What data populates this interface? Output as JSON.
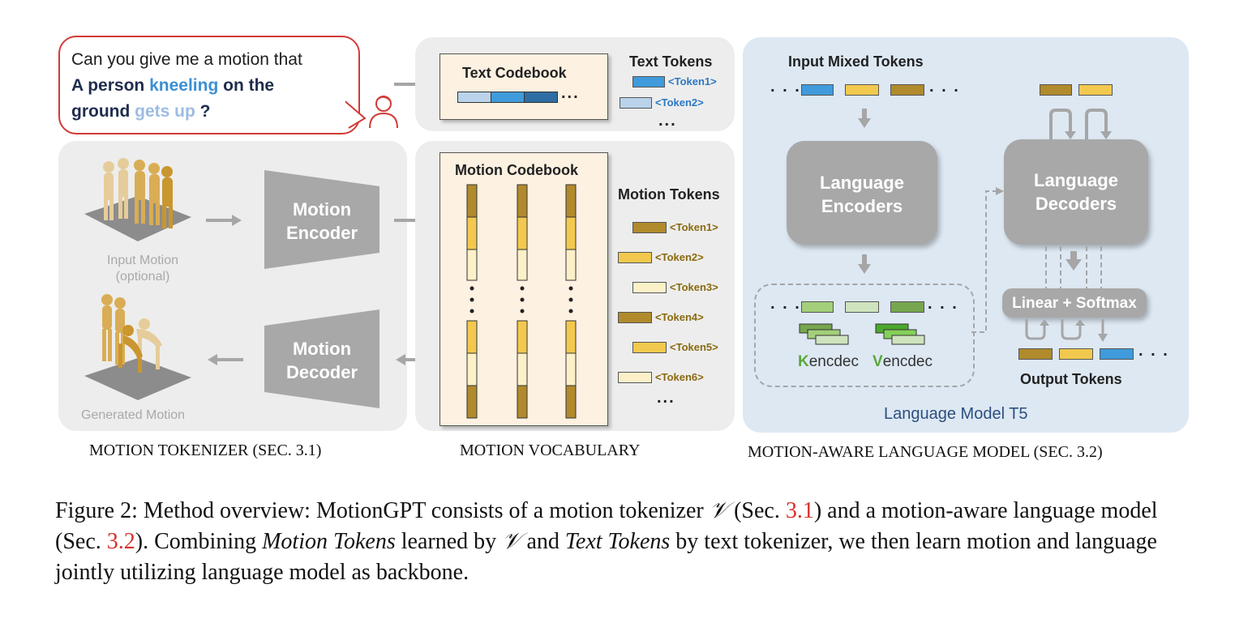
{
  "question": {
    "line1": "Can you give me a motion that",
    "line2_a": "A person ",
    "line2_b": "kneeling",
    "line2_c": " on the",
    "line3_a": "ground ",
    "line3_b": "gets up",
    "line3_c": " ?"
  },
  "text_vocab": {
    "codebook_title": "Text Codebook",
    "tokens_title": "Text Tokens",
    "tokens": [
      "<Token1>",
      "<Token2>"
    ],
    "ellipsis": "..."
  },
  "tokenizer": {
    "encoder": "Motion\nEncoder",
    "encoder_l1": "Motion",
    "encoder_l2": "Encoder",
    "decoder_l1": "Motion",
    "decoder_l2": "Decoder",
    "input_l1": "Input Motion",
    "input_l2": "(optional)",
    "generated": "Generated Motion"
  },
  "motion_vocab": {
    "codebook_title": "Motion Codebook",
    "tokens_title": "Motion Tokens",
    "tokens": [
      "<Token1>",
      "<Token2>",
      "<Token3>",
      "<Token4>",
      "<Token5>",
      "<Token6>"
    ],
    "ellipsis": "..."
  },
  "language_model": {
    "input_title": "Input Mixed Tokens",
    "encoders_l1": "Language",
    "encoders_l2": "Encoders",
    "decoders_l1": "Language",
    "decoders_l2": "Decoders",
    "linear": "Linear + Softmax",
    "k_first": "K",
    "k_rest": "encdec",
    "v_first": "V",
    "v_rest": "encdec",
    "output_title": "Output Tokens",
    "model_name": "Language Model T5"
  },
  "section_labels": {
    "tokenizer": "MOTION TOKENIZER (SEC. 3.1)",
    "vocab": "MOTION VOCABULARY",
    "lm": "MOTION-AWARE LANGUAGE MODEL (SEC. 3.2)"
  },
  "caption": {
    "p1": "Figure 2: Method overview: MotionGPT consists of a motion tokenizer ",
    "v1": "𝒱",
    "p2": " (Sec. ",
    "ref1": "3.1",
    "p3": ") and a motion-aware language model (Sec. ",
    "ref2": "3.2",
    "p4": "). Combining ",
    "em1": "Motion Tokens",
    "p5": " learned by ",
    "v2": "𝒱",
    "p6": " and ",
    "em2": "Text Tokens",
    "p7": " by text tokenizer, we then learn motion and language jointly utilizing language model as backbone."
  },
  "colors": {
    "dark_gold": "#b08a2c",
    "mid_gold": "#f2c94e",
    "light_gold": "#fbf0c8",
    "blue_token": "#3f9bdb",
    "light_blue_token": "#b9d3ea",
    "green_dark": "#76a64e",
    "green_mid": "#a3cf7a",
    "green_light": "#cfe3bf",
    "text_token_color": "#2b78c4",
    "motion_token_color": "#8a6a10",
    "bubble_border": "#d23a36"
  }
}
